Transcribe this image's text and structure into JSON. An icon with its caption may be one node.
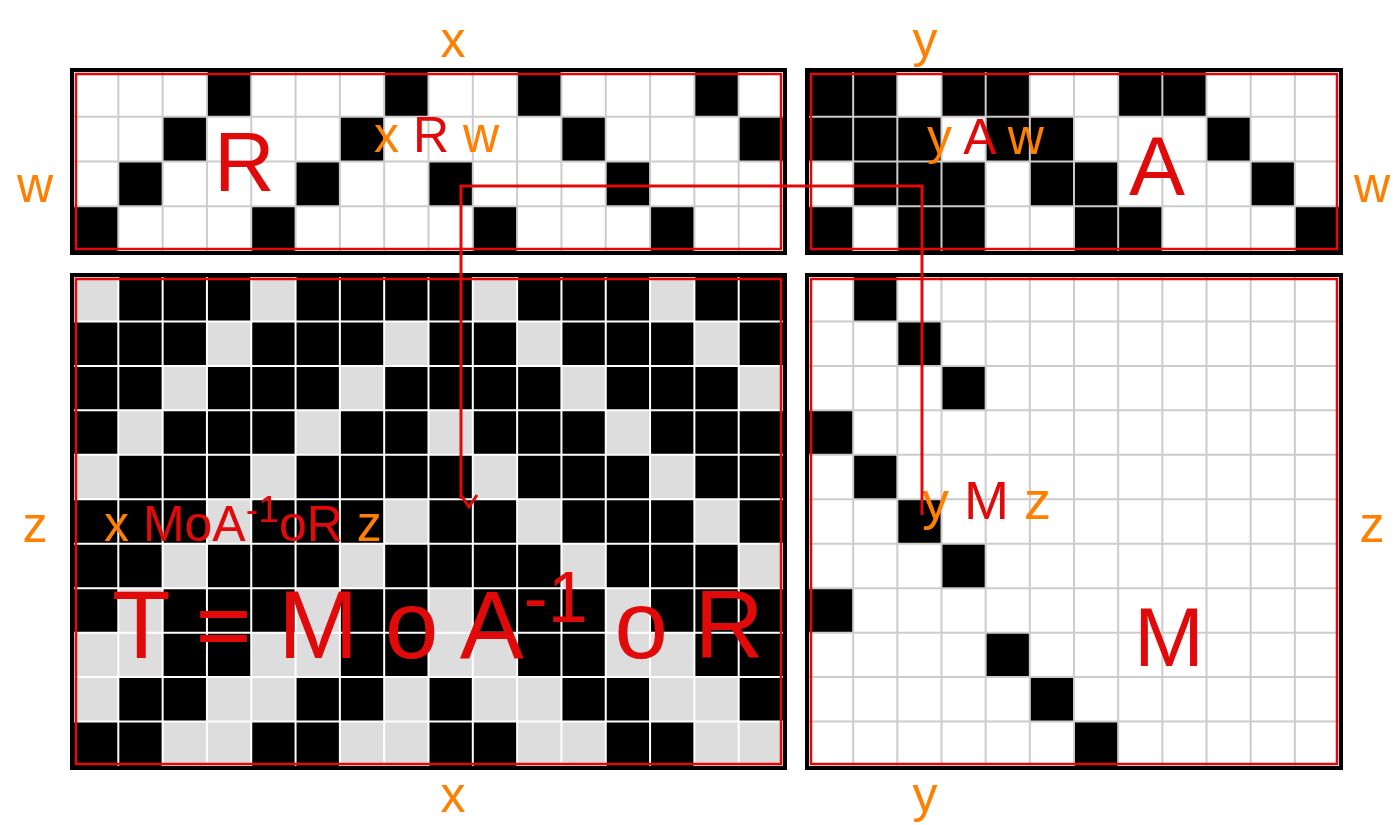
{
  "diagram": {
    "nodes": [
      {
        "text": [
          "R"
        ]
      },
      {
        "text": [
          "x R w"
        ],
        "in": 0
      },
      {
        "text": [
          "A"
        ]
      },
      {
        "text": [
          "y A w"
        ],
        "in": 2
      },
      {
        "text": [
          "T = M o A$^{-1}$ o R"
        ]
      },
      {
        "text": [
          "x MoA$^{-1}$oR z"
        ],
        "in": 4
      },
      {
        "text": [
          "M"
        ]
      },
      {
        "text": [
          "y M z"
        ],
        "in": 6
      }
    ],
    "edges": [
      {
        "from": 7,
        "to": 5,
        "arrow": "to"
      }
    ],
    "labels": [
      "x",
      "y",
      "w",
      "w",
      "z",
      "z",
      "x",
      "y"
    ]
  }
}
